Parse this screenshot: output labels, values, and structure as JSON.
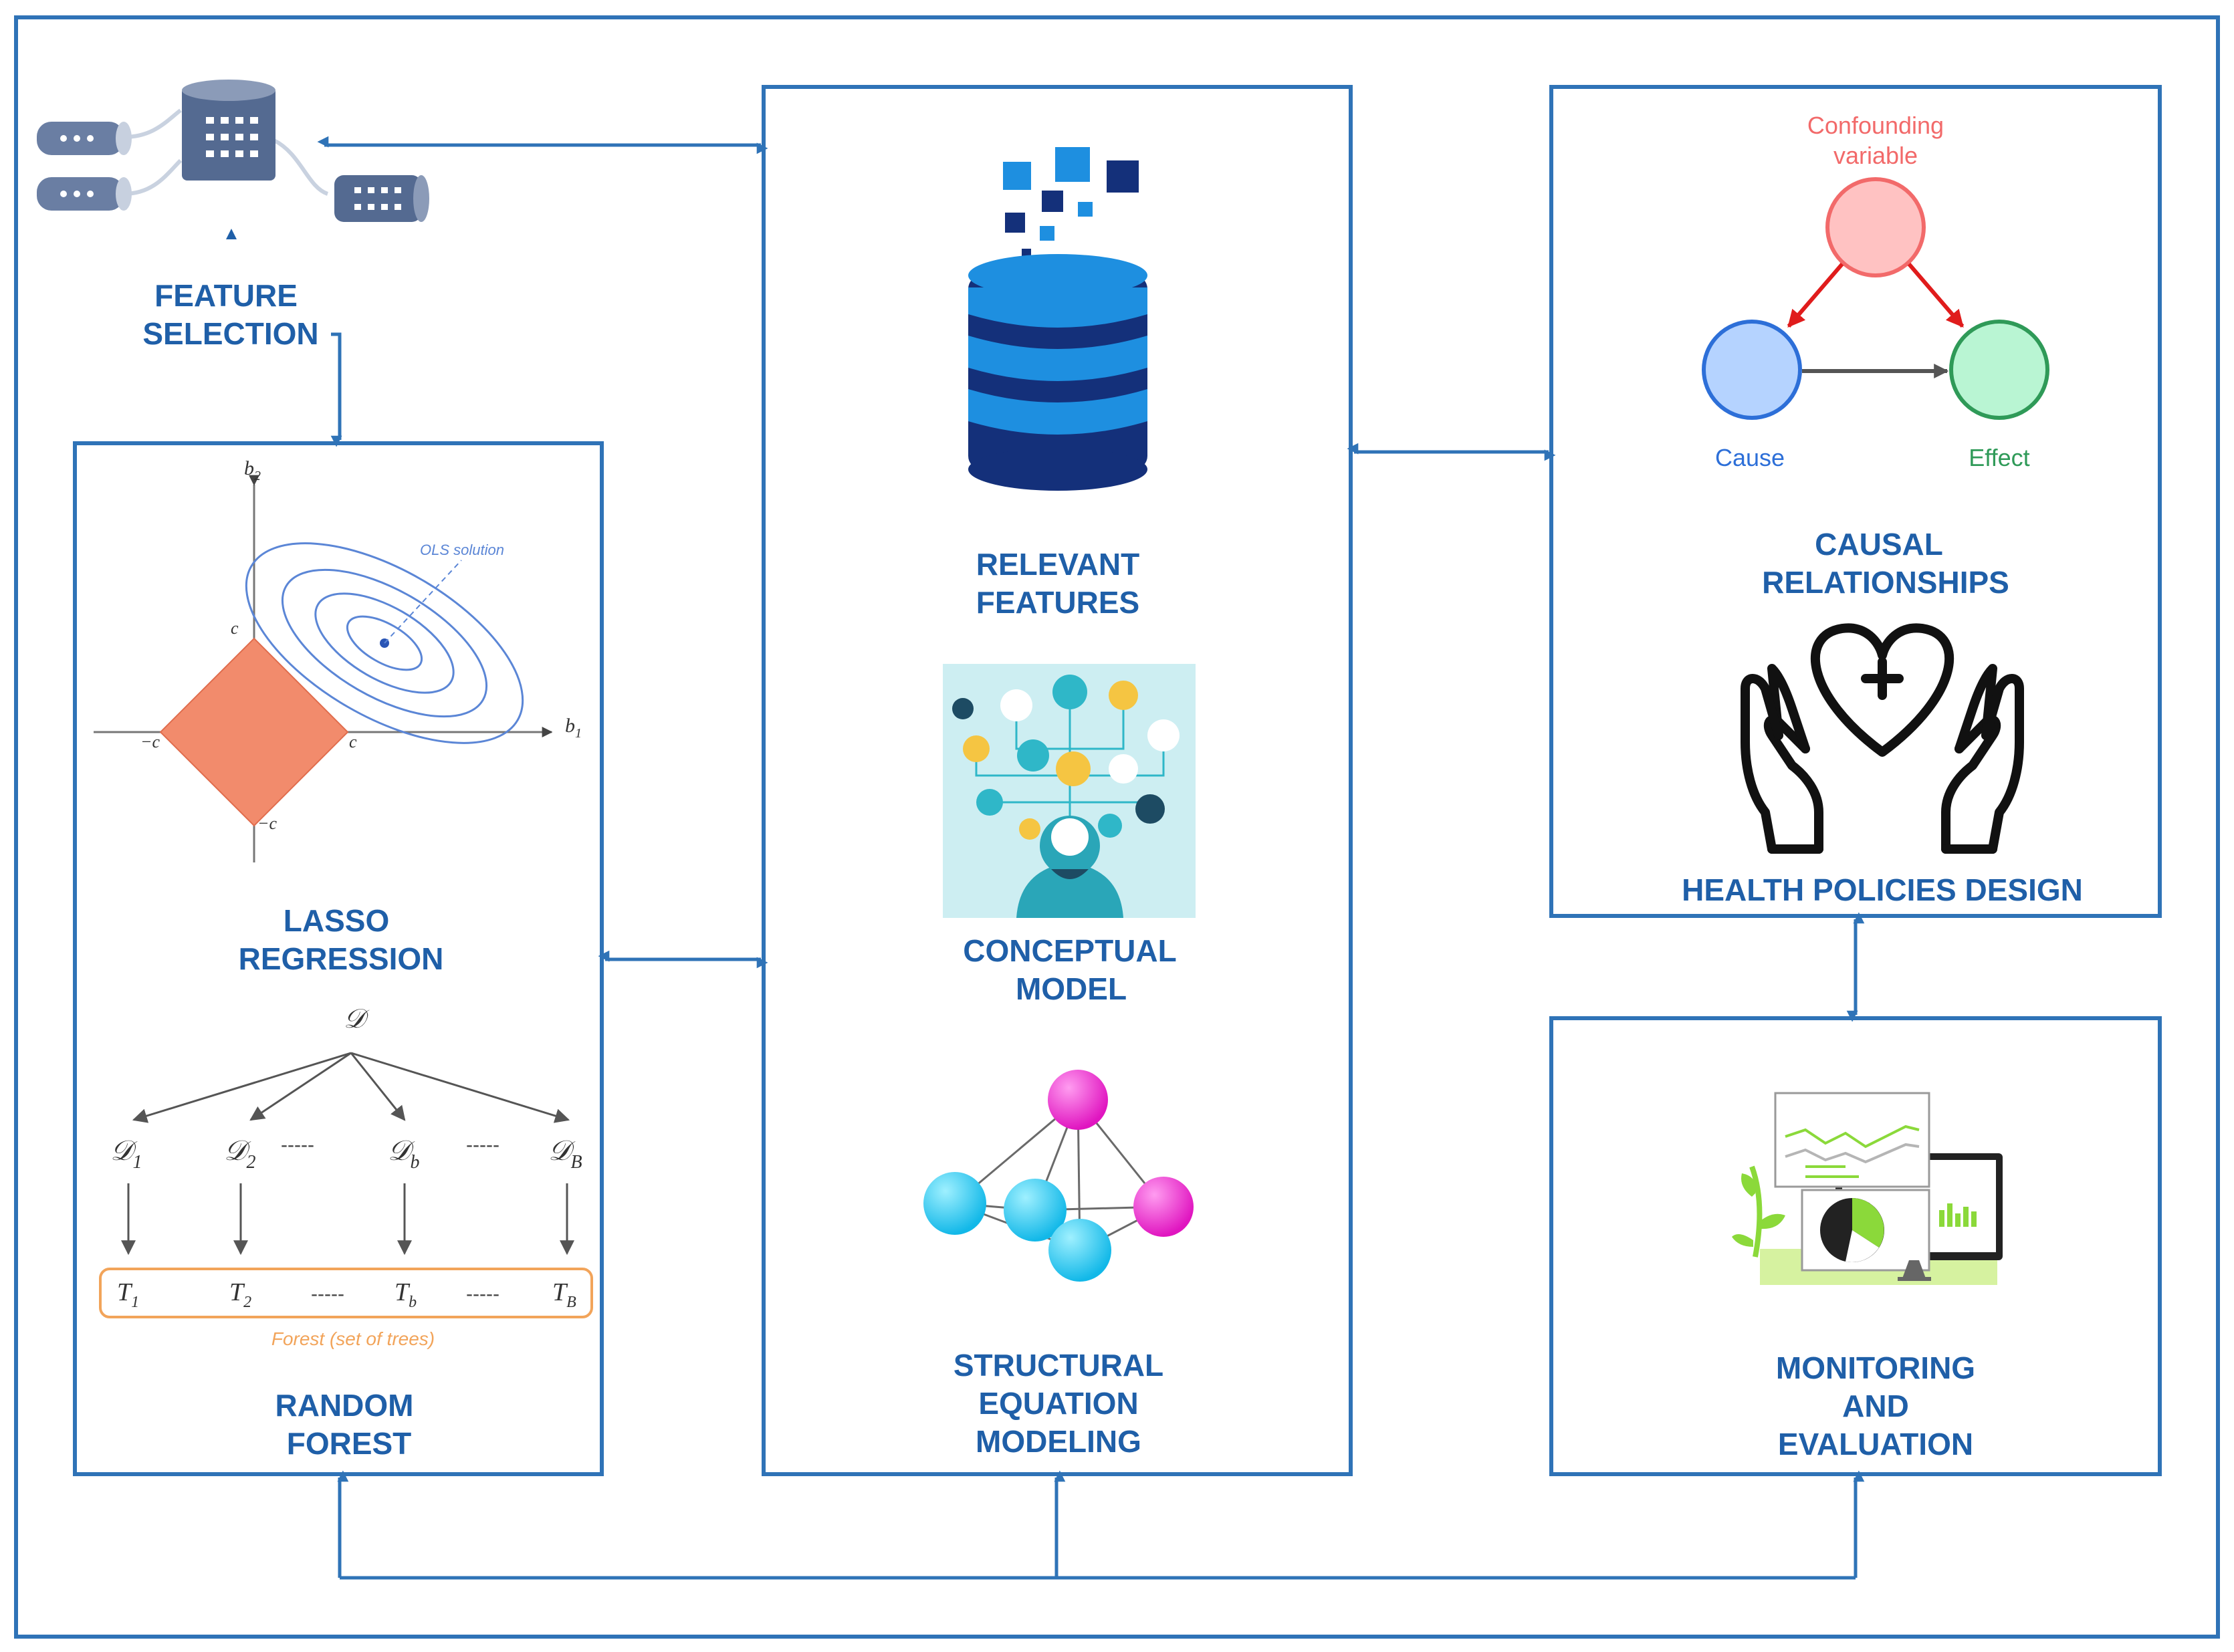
{
  "colors": {
    "frame": "#2f73b7",
    "label": "#1f5fa8",
    "lasso_fill": "#f28b6c",
    "ellipse": "#5b86d6",
    "forest": "#f2a45a",
    "db_blue": "#1e8fe0",
    "db_dark": "#14307a",
    "confounder": "#f26a6a",
    "sem_pink": "#f026c8",
    "sem_cyan": "#1fc6ee"
  },
  "feature_selection": {
    "line1": "FEATURE",
    "line2": "SELECTION"
  },
  "lasso": {
    "line1": "LASSO",
    "line2": "REGRESSION",
    "axis_b1": "b",
    "axis_b1_sub": "1",
    "axis_b2": "b",
    "axis_b2_sub": "2",
    "ols": "OLS solution",
    "c": "c",
    "neg_c": "−c"
  },
  "forest": {
    "line1": "RANDOM",
    "line2": "FOREST",
    "root": "𝒟",
    "datasets": [
      {
        "main": "𝒟",
        "sub": "1"
      },
      {
        "main": "𝒟",
        "sub": "2"
      },
      {
        "main": "𝒟",
        "sub": "b"
      },
      {
        "main": "𝒟",
        "sub": "B"
      }
    ],
    "trees": [
      {
        "main": "T",
        "sub": "1"
      },
      {
        "main": "T",
        "sub": "2"
      },
      {
        "main": "T",
        "sub": "b"
      },
      {
        "main": "T",
        "sub": "B"
      }
    ],
    "dashes": "-----",
    "caption": "Forest (set of trees)"
  },
  "relevant": {
    "line1": "RELEVANT",
    "line2": "FEATURES"
  },
  "conceptual": {
    "line1": "CONCEPTUAL",
    "line2": "MODEL"
  },
  "sem": {
    "line1": "STRUCTURAL",
    "line2": "EQUATION",
    "line3": "MODELING"
  },
  "causal": {
    "line1": "CAUSAL",
    "line2": "RELATIONSHIPS",
    "confounding1": "Confounding",
    "confounding2": "variable",
    "cause": "Cause",
    "effect": "Effect"
  },
  "health": {
    "title": "HEALTH POLICIES DESIGN"
  },
  "monitoring": {
    "line1": "MONITORING",
    "line2": "AND",
    "line3": "EVALUATION"
  }
}
